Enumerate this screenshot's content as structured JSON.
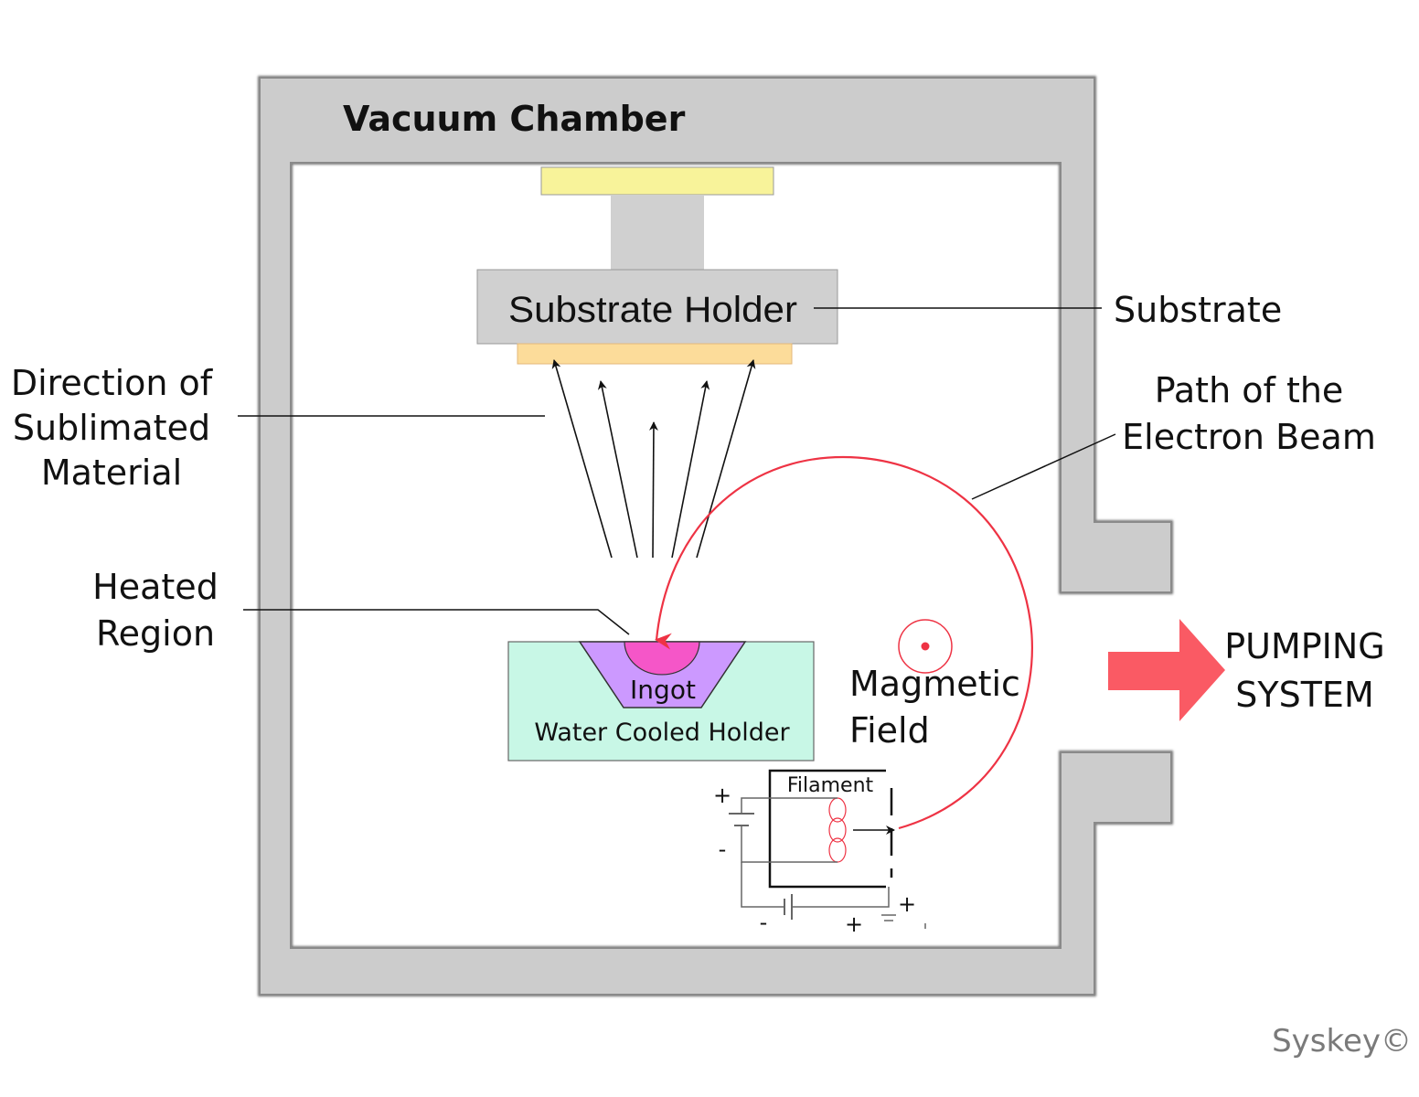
{
  "colors": {
    "chamber_wall": "#cccccc",
    "chamber_edge": "#777777",
    "substrate_top": "#f8f39a",
    "substrate_film": "#fcdc9a",
    "holder_gray": "#d0d0d0",
    "water_holder": "#c8f7e6",
    "crucible": "#cc99ff",
    "heated_region": "#f556c8",
    "beam": "#ee3344",
    "pump_arrow": "#fa5a64",
    "circuit": "#666666"
  },
  "labels": {
    "chamber_title": "Vacuum Chamber",
    "substrate_holder": "Substrate Holder",
    "substrate": "Substrate",
    "direction_line1": "Direction of",
    "direction_line2": "Sublimated",
    "direction_line3": "Material",
    "beam_path_line1": "Path of the",
    "beam_path_line2": "Electron Beam",
    "heated_line1": "Heated",
    "heated_line2": "Region",
    "ingot": "Ingot",
    "water_holder": "Water Cooled Holder",
    "magnetic_line1": "Magmetic",
    "magnetic_line2": "Field",
    "pumping_line1": "PUMPING",
    "pumping_line2": "SYSTEM",
    "filament": "Filament",
    "plus_upper": "+",
    "minus_upper": "-",
    "minus_lower": "-",
    "plus_lower": "+",
    "plus_right": "+",
    "credit": "Syskey©"
  },
  "icons": {
    "magnetic_field": "field-out-of-page-icon",
    "pump_arrow": "right-arrow-icon"
  }
}
